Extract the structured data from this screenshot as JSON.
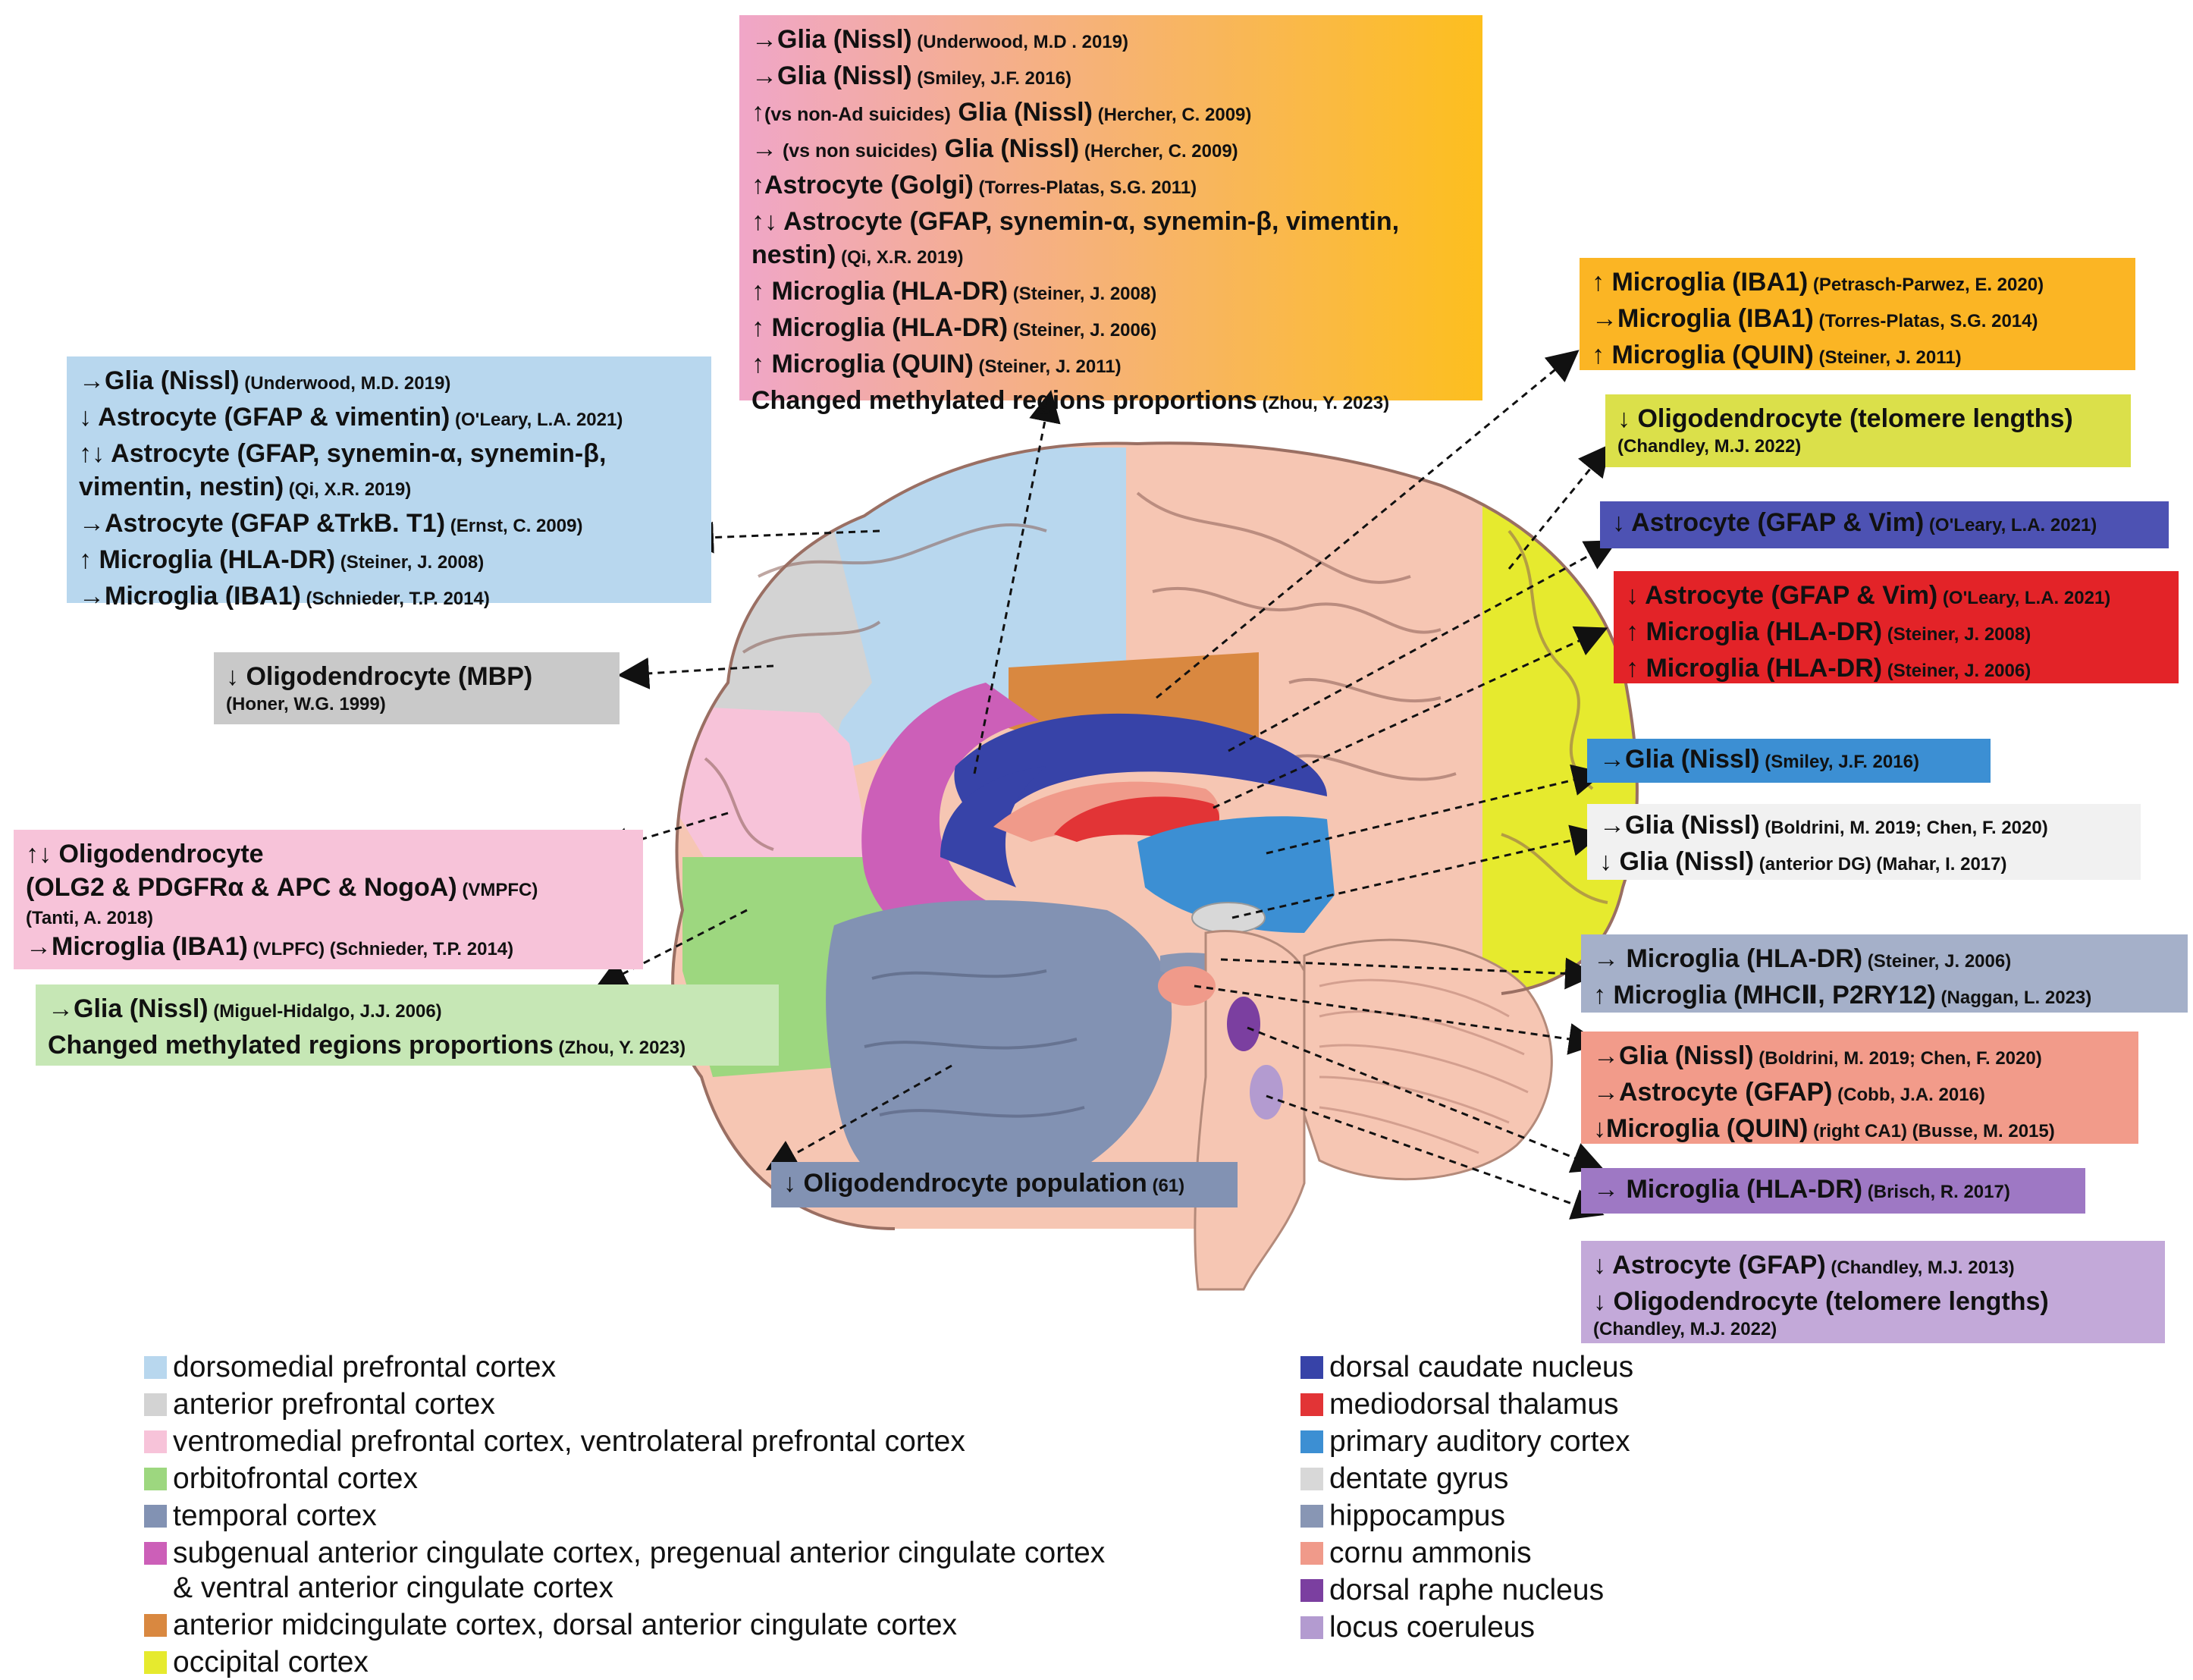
{
  "colors": {
    "dmpfc": "#b8d7ee",
    "apfc": "#d3d3d3",
    "vmpfc": "#f7c3d9",
    "ofc": "#9dd77f",
    "temporal": "#8292b3",
    "sgacc": "#cc5fb8",
    "amcc": "#d98840",
    "occipital": "#e6ea2e",
    "caudate": "#3743a8",
    "thalamus": "#e23436",
    "auditory": "#3c8fd3",
    "dentate": "#d8d8d8",
    "hippocampus": "#8896b4",
    "cornu": "#f09a8a",
    "raphe": "#7b3fa0",
    "coeruleus": "#b39bd0",
    "brain_skin": "#f6c6b3"
  },
  "annotations": {
    "top_center": {
      "lines": [
        {
          "t": "→Glia (Nissl)",
          "r": "(Underwood, M.D . 2019)"
        },
        {
          "t": "→Glia (Nissl)",
          "r": "(Smiley, J.F. 2016)"
        },
        {
          "p": "↑",
          "s": "(vs non-Ad suicides)",
          "t": " Glia (Nissl)",
          "r": "(Hercher, C. 2009)"
        },
        {
          "p": "→",
          "s": " (vs non suicides)",
          "t": " Glia (Nissl)",
          "r": "(Hercher, C. 2009)"
        },
        {
          "t": "↑Astrocyte (Golgi)",
          "r": "(Torres-Platas, S.G. 2011)"
        },
        {
          "t": "↑↓ Astrocyte (GFAP, synemin-α, synemin-β, vimentin,"
        },
        {
          "t": "nestin)",
          "r": "(Qi, X.R. 2019)"
        },
        {
          "t": "↑ Microglia (HLA-DR)",
          "r": "(Steiner, J. 2008)"
        },
        {
          "t": "↑ Microglia (HLA-DR)",
          "r": "(Steiner, J. 2006)"
        },
        {
          "t": "↑ Microglia (QUIN)",
          "r": "(Steiner, J. 2011)"
        },
        {
          "t": "Changed methylated regions proportions",
          "r": "(Zhou, Y. 2023)"
        }
      ]
    },
    "dmpfc": {
      "lines": [
        {
          "t": "→Glia (Nissl)",
          "r": "(Underwood, M.D. 2019)"
        },
        {
          "t": "↓ Astrocyte (GFAP & vimentin)",
          "r": "(O'Leary, L.A. 2021)"
        },
        {
          "t": "↑↓  Astrocyte  (GFAP,  synemin-α,  synemin-β,"
        },
        {
          "t": "vimentin, nestin)",
          "r": "(Qi, X.R. 2019)"
        },
        {
          "t": "→Astrocyte (GFAP &TrkB. T1)",
          "r": "(Ernst, C. 2009)"
        },
        {
          "t": "↑ Microglia (HLA-DR)",
          "r": "(Steiner, J. 2008)"
        },
        {
          "t": "→Microglia (IBA1)",
          "r": "(Schnieder, T.P. 2014)"
        }
      ]
    },
    "apfc": {
      "lines": [
        {
          "t": "↓    Oligodendrocyte    (MBP)"
        },
        {
          "r": "(Honer, W.G. 1999)"
        }
      ]
    },
    "vmpfc": {
      "lines": [
        {
          "t": "↑↓ Oligodendrocyte"
        },
        {
          "t": "(OLG2 & PDGFRα & APC & NogoA)",
          "r": "(VMPFC)"
        },
        {
          "r": "(Tanti, A. 2018)"
        },
        {
          "t": "→Microglia (IBA1)",
          "r": "(VLPFC) (Schnieder, T.P. 2014)"
        }
      ]
    },
    "ofc": {
      "lines": [
        {
          "t": "→Glia (Nissl)",
          "r": "(Miguel-Hidalgo, J.J. 2006)"
        },
        {
          "t": "Changed methylated regions proportions",
          "r": "(Zhou, Y. 2023)"
        }
      ]
    },
    "temporal": {
      "lines": [
        {
          "t": "↓ Oligodendrocyte population",
          "r": "(61)"
        }
      ]
    },
    "amcc": {
      "lines": [
        {
          "t": "↑ Microglia (IBA1)",
          "r": "(Petrasch-Parwez, E. 2020)"
        },
        {
          "t": "→Microglia (IBA1)",
          "r": "(Torres-Platas, S.G. 2014)"
        },
        {
          "t": "↑ Microglia (QUIN)",
          "r": "(Steiner, J. 2011)"
        }
      ]
    },
    "occipital": {
      "lines": [
        {
          "t": "↓ Oligodendrocyte (telomere lengths)"
        },
        {
          "r": "(Chandley, M.J. 2022)"
        }
      ]
    },
    "caudate": {
      "lines": [
        {
          "t": "↓ Astrocyte (GFAP & Vim)",
          "r": "(O'Leary, L.A. 2021)"
        }
      ]
    },
    "thalamus": {
      "lines": [
        {
          "t": "↓ Astrocyte (GFAP & Vim)",
          "r": "(O'Leary, L.A. 2021)"
        },
        {
          "t": "↑ Microglia (HLA-DR)",
          "r": "(Steiner, J. 2008)"
        },
        {
          "t": "↑ Microglia (HLA-DR)",
          "r": "(Steiner, J. 2006)"
        }
      ]
    },
    "auditory": {
      "lines": [
        {
          "t": "→Glia (Nissl)",
          "r": "(Smiley, J.F. 2016)"
        }
      ]
    },
    "dentate": {
      "lines": [
        {
          "t": "→Glia (Nissl)",
          "r": "(Boldrini, M. 2019; Chen, F. 2020)"
        },
        {
          "t": "↓ Glia (Nissl)",
          "r": "(anterior DG) (Mahar, I. 2017)"
        }
      ]
    },
    "hippocampus": {
      "lines": [
        {
          "t": "→ Microglia (HLA-DR)",
          "r": "(Steiner, J. 2006)"
        },
        {
          "t": "↑ Microglia (MHCⅡ, P2RY12)",
          "r": "(Naggan, L. 2023)"
        }
      ]
    },
    "cornu": {
      "lines": [
        {
          "t": "→Glia (Nissl)",
          "r": "(Boldrini, M. 2019; Chen, F. 2020)"
        },
        {
          "t": "→Astrocyte (GFAP)",
          "r": "(Cobb, J.A. 2016)"
        },
        {
          "t": "↓Microglia (QUIN)",
          "r": "(right CA1) (Busse, M. 2015)"
        }
      ]
    },
    "raphe": {
      "lines": [
        {
          "t": "→ Microglia (HLA-DR)",
          "r": "(Brisch, R. 2017)"
        }
      ]
    },
    "coeruleus": {
      "lines": [
        {
          "t": "↓ Astrocyte (GFAP)",
          "r": "(Chandley, M.J. 2013)"
        },
        {
          "t": "↓ Oligodendrocyte (telomere lengths)"
        },
        {
          "r": "(Chandley, M.J. 2022)"
        }
      ]
    }
  },
  "legend": {
    "left": [
      {
        "label": "dorsomedial prefrontal cortex",
        "color": "#b8d7ee"
      },
      {
        "label": "anterior prefrontal cortex",
        "color": "#d3d3d3"
      },
      {
        "label": "ventromedial prefrontal cortex, ventrolateral prefrontal cortex",
        "color": "#f7c3d9"
      },
      {
        "label": "orbitofrontal cortex",
        "color": "#9dd77f"
      },
      {
        "label": "temporal cortex",
        "color": "#8292b3"
      },
      {
        "label": "subgenual anterior cingulate cortex, pregenual anterior cingulate cortex",
        "cont": "& ventral anterior cingulate cortex",
        "color": "#cc5fb8"
      },
      {
        "label": "anterior midcingulate cortex, dorsal anterior cingulate cortex",
        "color": "#d98840"
      },
      {
        "label": "occipital cortex",
        "color": "#e6ea2e"
      }
    ],
    "right": [
      {
        "label": "dorsal caudate nucleus",
        "color": "#3743a8"
      },
      {
        "label": "mediodorsal thalamus",
        "color": "#e23436"
      },
      {
        "label": "primary auditory cortex",
        "color": "#3c8fd3"
      },
      {
        "label": "dentate gyrus",
        "color": "#d8d8d8"
      },
      {
        "label": "hippocampus",
        "color": "#8896b4"
      },
      {
        "label": "cornu ammonis",
        "color": "#f09a8a"
      },
      {
        "label": "dorsal raphe nucleus",
        "color": "#7b3fa0"
      },
      {
        "label": "locus coeruleus",
        "color": "#b39bd0"
      }
    ]
  }
}
